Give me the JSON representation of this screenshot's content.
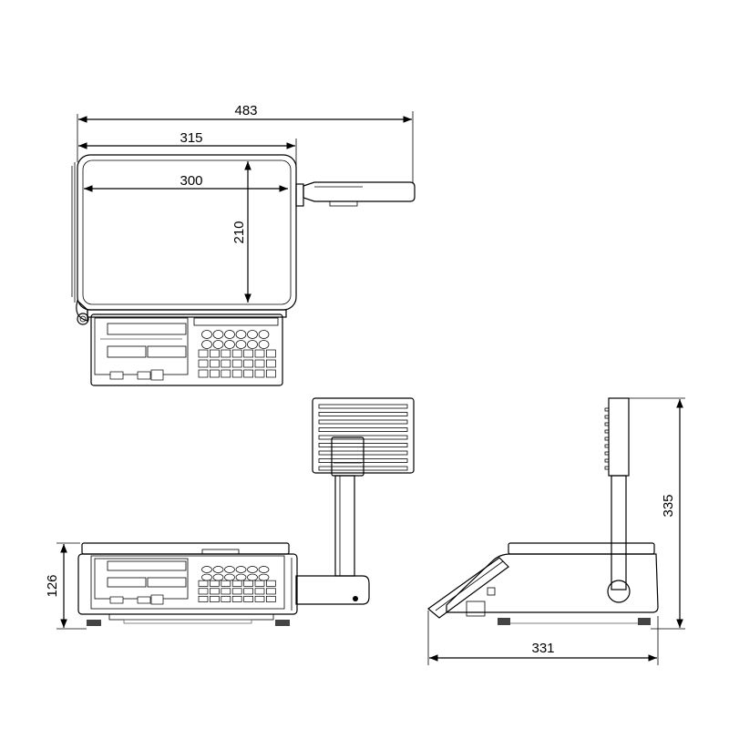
{
  "dimensions": {
    "overall_width": "483",
    "platter_width": "315",
    "platter_inner_width": "300",
    "platter_depth": "210",
    "front_height": "126",
    "pole_height": "335",
    "side_depth": "331"
  },
  "colors": {
    "stroke": "#000000",
    "background": "#ffffff",
    "panel": "#ffffff"
  }
}
